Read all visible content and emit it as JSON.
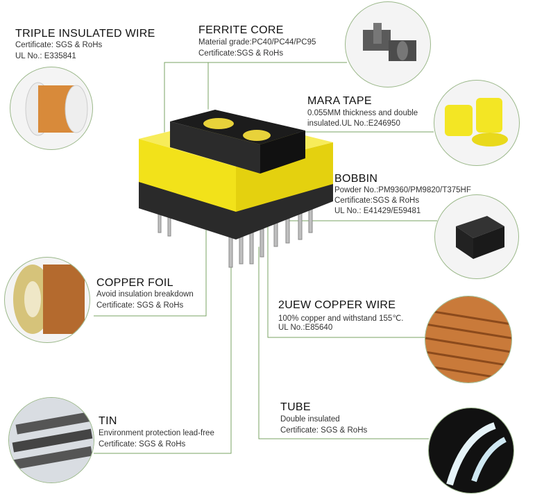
{
  "triple_insulated_wire": {
    "title": "TRIPLE INSULATED WIRE",
    "lines": [
      "Certificate:  SGS & RoHs",
      "UL No.:  E335841"
    ]
  },
  "ferrite_core": {
    "title": "FERRITE CORE",
    "lines": [
      "Material grade:PC40/PC44/PC95",
      "Certificate:SGS & RoHs"
    ]
  },
  "mara_tape": {
    "title": "MARA TAPE",
    "lines": [
      "0.055MM thickness and double",
      "insulated.UL No.:E246950"
    ]
  },
  "bobbin": {
    "title": "BOBBIN",
    "lines": [
      "Powder No.:PM9360/PM9820/T375HF",
      "Certificate:SGS & RoHs",
      "UL No.:  E41429/E59481"
    ]
  },
  "copper_foil": {
    "title": "COPPER FOIL",
    "lines": [
      "Avoid insulation breakdown",
      "Certificate:  SGS & RoHs"
    ]
  },
  "uew_copper_wire": {
    "title": "2UEW COPPER WIRE",
    "lines": [
      "100% copper and withstand 155℃.",
      "UL No.:E85640"
    ]
  },
  "tin": {
    "title": "TIN",
    "lines": [
      "Environment protection lead-free",
      "Certificate:  SGS & RoHs"
    ]
  },
  "tube": {
    "title": "TUBE",
    "lines": [
      "Double insulated",
      "Certificate:  SGS & RoHs"
    ]
  },
  "colors": {
    "accent_line": "#7aa363",
    "bobbin_yellow": "#f2e21a",
    "core_black": "#1c1c1c"
  }
}
